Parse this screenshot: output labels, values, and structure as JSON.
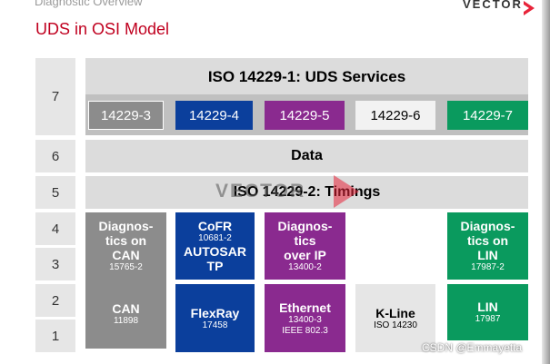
{
  "header": {
    "section": "Diagnostic Overview",
    "title": "UDS in OSI Model",
    "logo": "VECTOR"
  },
  "layers": [
    "7",
    "6",
    "5",
    "4",
    "3",
    "2",
    "1"
  ],
  "bands": {
    "services": "ISO 14229-1: UDS Services",
    "data": "Data",
    "timings": "ISO 14229-2: Timings"
  },
  "standards": [
    {
      "label": "14229-3",
      "color": "#8c8c8c"
    },
    {
      "label": "14229-4",
      "color": "#0b3f9c"
    },
    {
      "label": "14229-5",
      "color": "#8a2a8f"
    },
    {
      "label": "14229-6",
      "color": "#f2f2f2"
    },
    {
      "label": "14229-7",
      "color": "#0a9a5e"
    }
  ],
  "cells": {
    "diag_can": {
      "line1": "Diagnos-",
      "line2": "tics on",
      "line3": "CAN",
      "sub": "15765-2"
    },
    "can": {
      "name": "CAN",
      "sub": "11898"
    },
    "cofr": {
      "name": "CoFR",
      "sub": "10681-2",
      "line2": "AUTOSAR",
      "line3": "TP"
    },
    "flexray": {
      "name": "FlexRay",
      "sub": "17458"
    },
    "diag_ip": {
      "line1": "Diagnos-",
      "line2": "tics",
      "line3": "over IP",
      "sub": "13400-2"
    },
    "ethernet": {
      "name": "Ethernet",
      "sub1": "13400-3",
      "sub2": "IEEE 802.3"
    },
    "kline": {
      "name": "K-Line",
      "sub": "ISO 14230"
    },
    "diag_lin": {
      "line1": "Diagnos-",
      "line2": "tics on",
      "line3": "LIN",
      "sub": "17987-2"
    },
    "lin": {
      "name": "LIN",
      "sub": "17987"
    }
  },
  "watermark": {
    "vector": "VECTOR",
    "csdn": "CSDN @Emmayetta"
  }
}
